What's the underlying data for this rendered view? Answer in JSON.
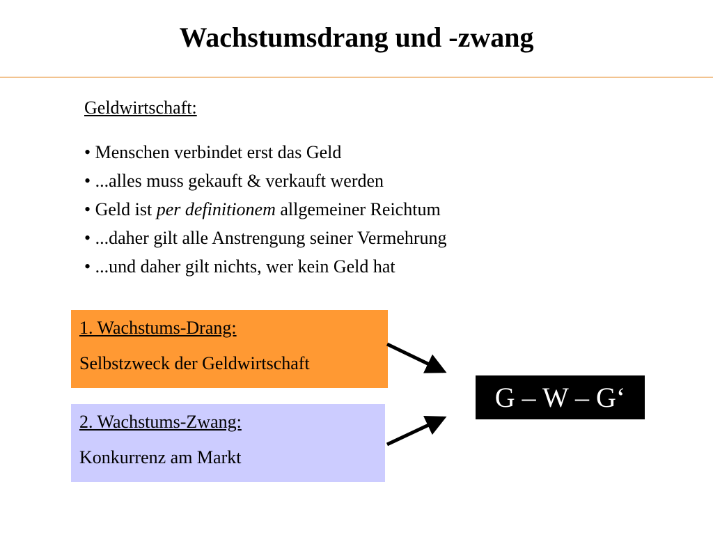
{
  "slide": {
    "title": "Wachstumsdrang und -zwang"
  },
  "section": {
    "heading": "Geldwirtschaft:",
    "bullets": [
      {
        "text": "• Menschen verbindet erst das Geld"
      },
      {
        "text": "• ...alles muss gekauft & verkauft werden"
      },
      {
        "pre": "• Geld ist ",
        "italic": "per definitionem",
        "post": " allgemeiner Reichtum"
      },
      {
        "text": "• ...daher gilt alle Anstrengung seiner Vermehrung"
      },
      {
        "text": "• ...und daher gilt nichts, wer kein Geld hat"
      }
    ]
  },
  "boxes": {
    "drang": {
      "heading": "1. Wachstums-Drang:",
      "text": "Selbstzweck der Geldwirtschaft",
      "color": "#ff9933"
    },
    "zwang": {
      "heading": "2. Wachstums-Zwang:",
      "text": "Konkurrenz am Markt",
      "color": "#ccccff"
    }
  },
  "formula": {
    "text": "G – W – G‘",
    "background": "#000000",
    "color": "#ffffff"
  },
  "colors": {
    "title_rule": "#f2c38f"
  }
}
